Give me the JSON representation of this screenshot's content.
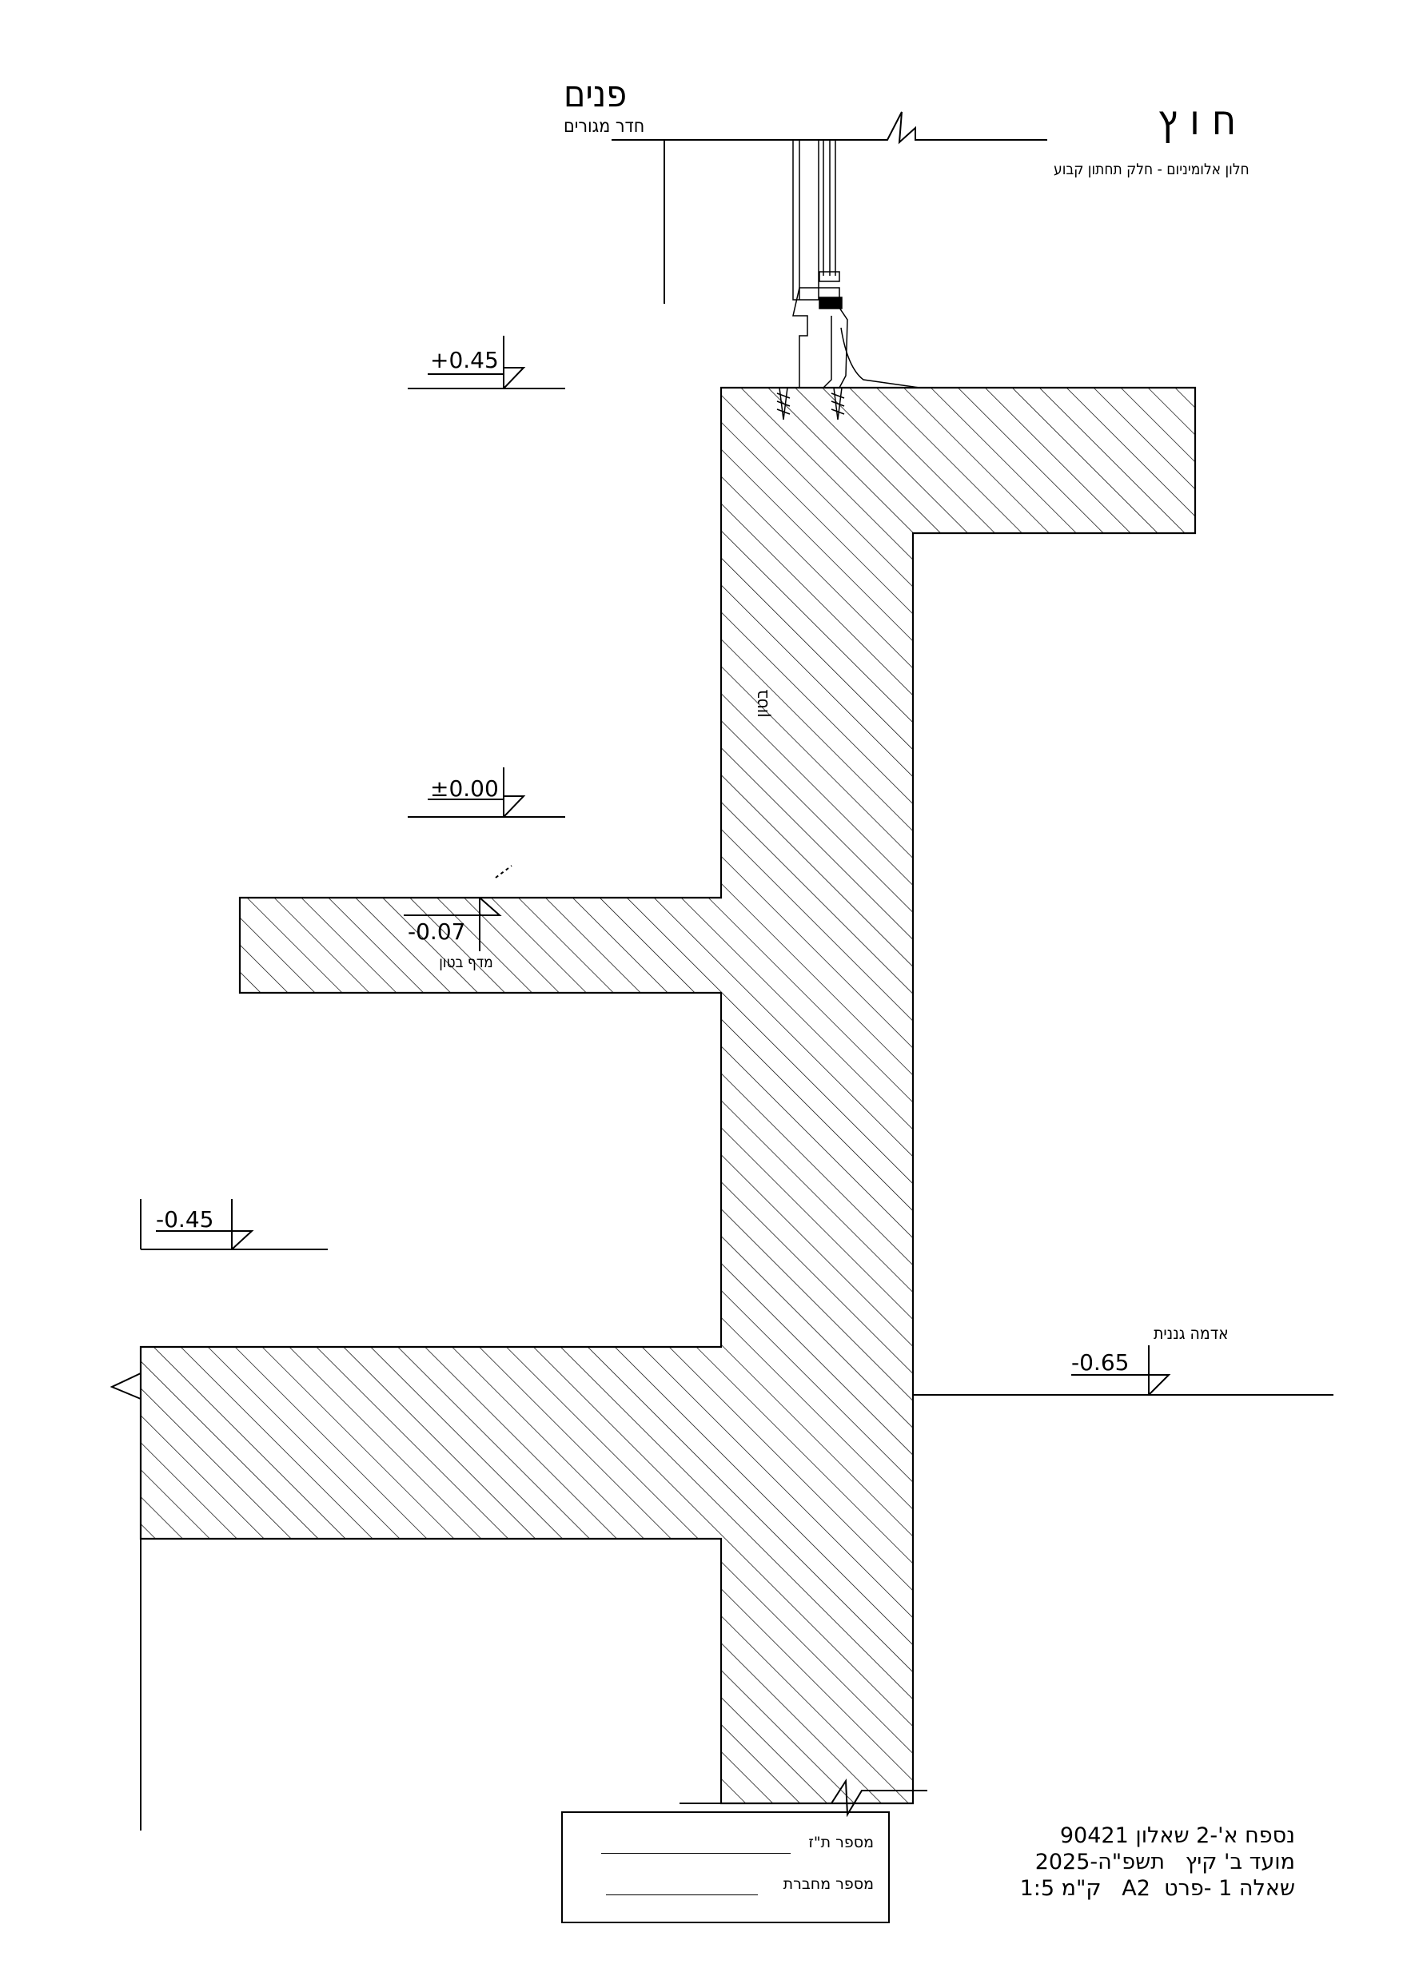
{
  "labels": {
    "interior": "פנים",
    "interior_room": "חדר מגורים",
    "exterior": "ח ו ץ",
    "window_note": "חלון אלומיניום - חלק תחתון קבוע",
    "concrete": "בטון",
    "concrete_step": "מדף בטון",
    "natural_ground": "אדמה גננית"
  },
  "levels": {
    "top": "+0.45",
    "zero": "±0.00",
    "step": "-0.07",
    "lower": "-0.45",
    "ground": "-0.65"
  },
  "title_block": {
    "line1": "נספח א'-2 שאלון 90421",
    "line2": "מועד ב' קיץ   תשפ\"ה-2025",
    "line3": "שאלה 1 -פרט  A2   ק\"מ 1:5"
  },
  "stamp": {
    "id_label": "מספר ת\"ז",
    "notebook_label": "מספר מחברת"
  }
}
